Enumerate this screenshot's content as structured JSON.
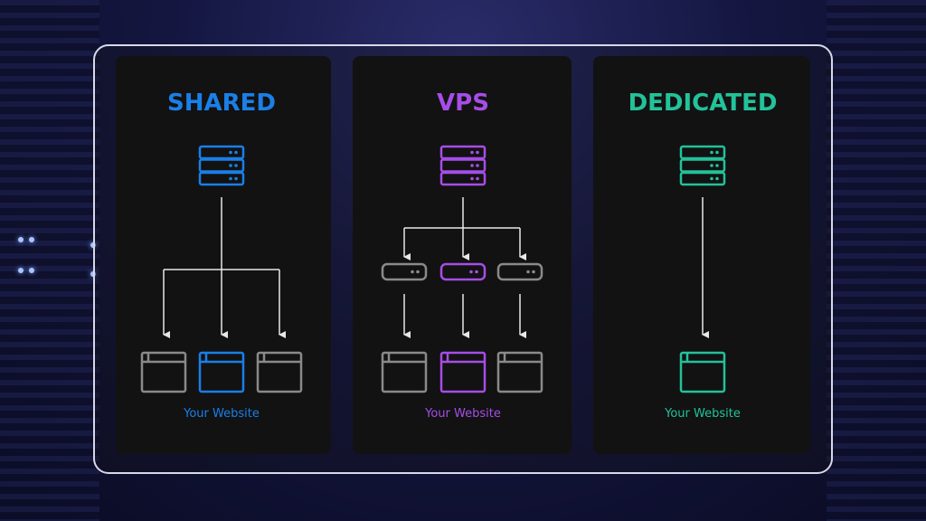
{
  "colors": {
    "shared": "#1a7fe8",
    "vps": "#a64de8",
    "dedicated": "#22c29a",
    "neutral": "#8a8a8a",
    "arrow": "#e8e8e8"
  },
  "panels": [
    {
      "title": "SHARED",
      "caption": "Your Website"
    },
    {
      "title": "VPS",
      "caption": "Your Website"
    },
    {
      "title": "DEDICATED",
      "caption": "Your Website"
    }
  ]
}
